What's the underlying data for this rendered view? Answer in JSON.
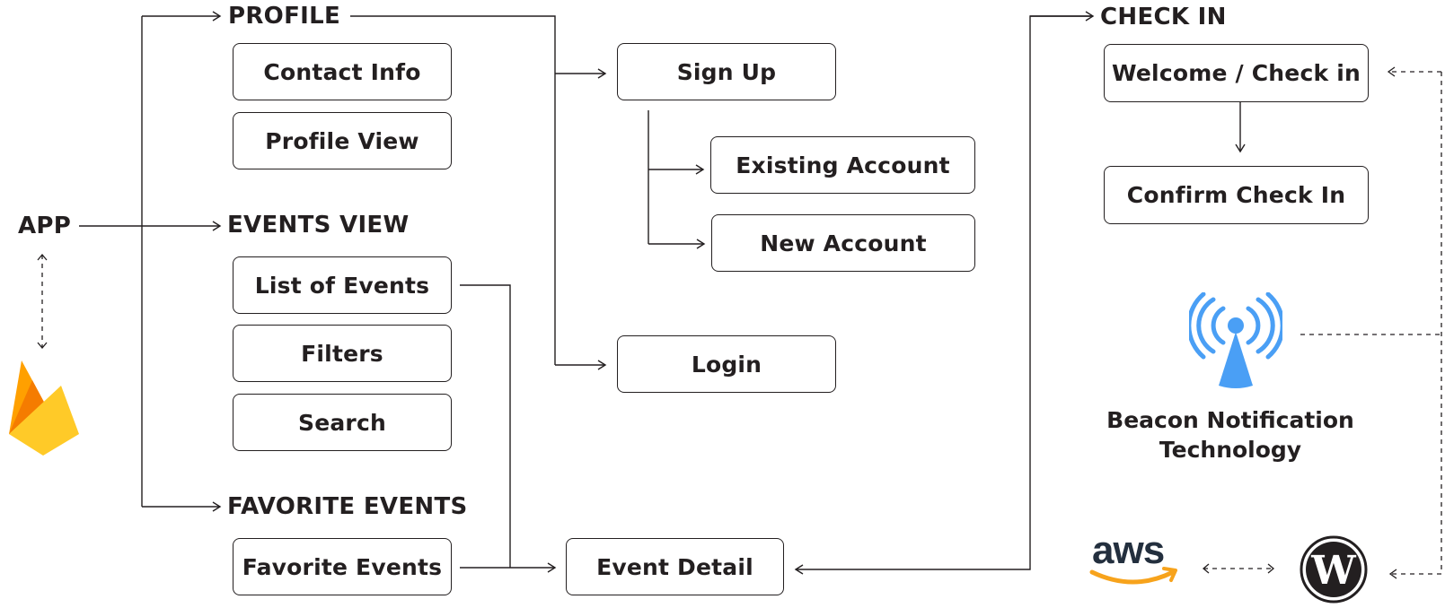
{
  "app": {
    "label": "APP"
  },
  "profile": {
    "title": "PROFILE",
    "items": [
      "Contact Info",
      "Profile View"
    ]
  },
  "events_view": {
    "title": "EVENTS VIEW",
    "items": [
      "List of Events",
      "Filters",
      "Search"
    ]
  },
  "favorites": {
    "title": "FAVORITE EVENTS",
    "items": [
      "Favorite Events"
    ]
  },
  "auth": {
    "sign_up": "Sign Up",
    "existing_account": "Existing Account",
    "new_account": "New Account",
    "login": "Login"
  },
  "event_detail": {
    "label": "Event Detail"
  },
  "check_in": {
    "title": "CHECK IN",
    "welcome": "Welcome / Check in",
    "confirm": "Confirm Check In"
  },
  "beacon": {
    "label_line1": "Beacon Notification",
    "label_line2": "Technology"
  },
  "logos": {
    "aws_text": "aws"
  },
  "colors": {
    "ink": "#231f20",
    "beacon_blue": "#4a9ff5",
    "aws_orange": "#f7a31c",
    "firebase_yellow": "#ffca28",
    "firebase_orange": "#f57c00"
  }
}
